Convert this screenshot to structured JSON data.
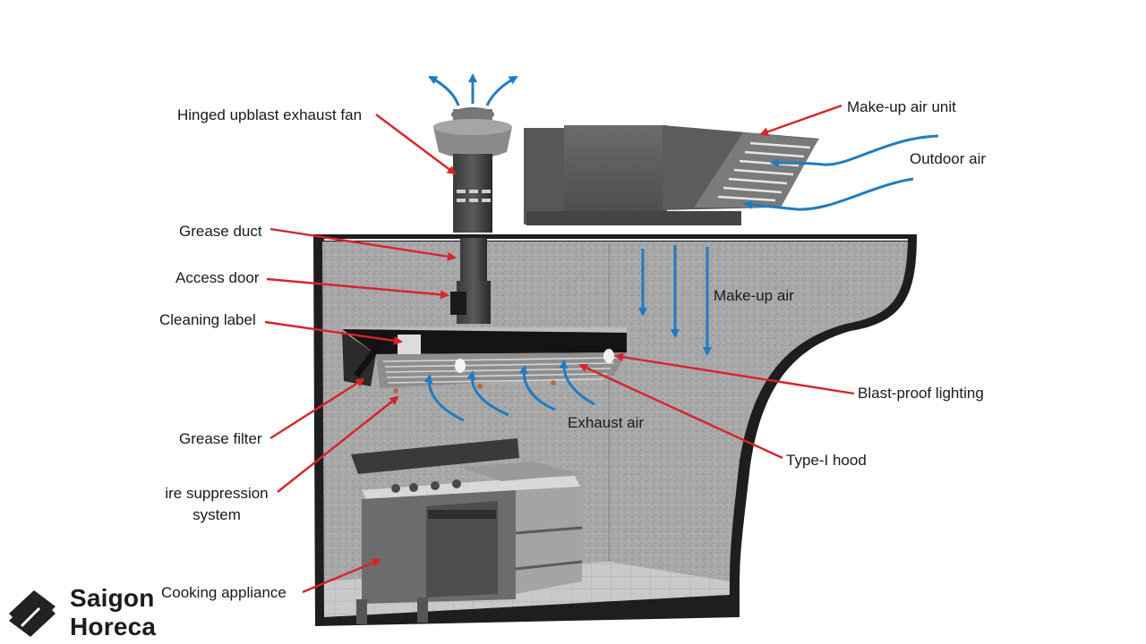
{
  "labels": {
    "hinged_fan": "Hinged upblast exhaust fan",
    "makeup_unit": "Make-up air unit",
    "outdoor_air": "Outdoor air",
    "grease_duct": "Grease duct",
    "access_door": "Access door",
    "makeup_air": "Make-up air",
    "cleaning_label": "Cleaning label",
    "blast_proof": "Blast-proof lighting",
    "exhaust_air": "Exhaust air",
    "grease_filter": "Grease filter",
    "type1_hood": "Type-I hood",
    "fire_suppression_1": "ire suppression",
    "fire_suppression_2": "system",
    "cooking_appliance": "Cooking appliance"
  },
  "brand": {
    "line1": "Saigon",
    "line2": "Horeca"
  },
  "colors": {
    "leader_red": "#d8232a",
    "airflow_blue": "#1f7cc4",
    "wall_gray": "#a9a9a9",
    "equipment_dark": "#2a2a2a"
  }
}
